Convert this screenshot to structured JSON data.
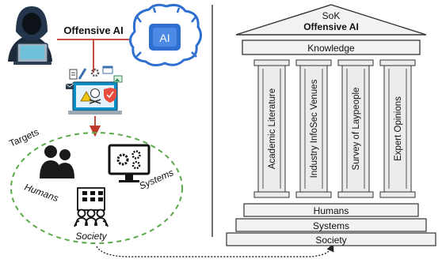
{
  "left_panel": {
    "offensive_ai_label": "Offensive AI",
    "ai_chip_label": "AI",
    "targets_label": "Targets",
    "humans_label": "Humans",
    "systems_label": "Systems",
    "society_label": "Society",
    "accent_color": "#c0392b",
    "ellipse_color": "#5aaa4a",
    "brain_color": "#2f6fd0"
  },
  "right_panel": {
    "roof_line1": "SoK",
    "roof_line2": "Offensive AI",
    "beam_label": "Knowledge",
    "pillars": [
      "Academic Literature",
      "Industry InfoSec Venues",
      "Survey of Laypeople",
      "Expert Opinions"
    ],
    "steps": [
      "Humans",
      "Systems",
      "Society"
    ],
    "pillar_fill": "#ececec",
    "stroke_color": "#333333"
  }
}
